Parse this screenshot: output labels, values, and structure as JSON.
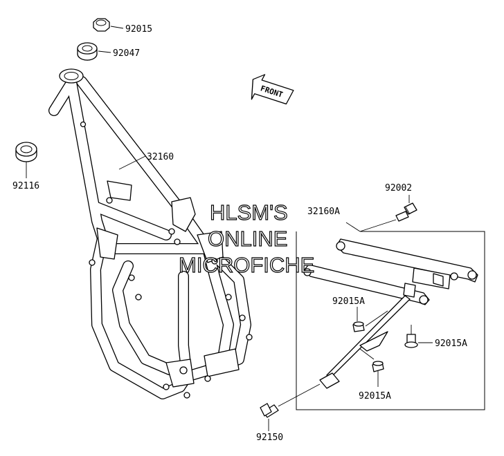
{
  "watermark": {
    "line1": "HLSM'S",
    "line2": "ONLINE",
    "line3": "MICROFICHE"
  },
  "front_arrow": {
    "label": "FRONT"
  },
  "parts": {
    "p92015": "92015",
    "p92047": "92047",
    "p32160": "32160",
    "p92116": "92116",
    "p92002": "92002",
    "p32160A": "32160A",
    "p92015A_1": "92015A",
    "p92015A_2": "92015A",
    "p92015A_3": "92015A",
    "p92150": "92150"
  }
}
